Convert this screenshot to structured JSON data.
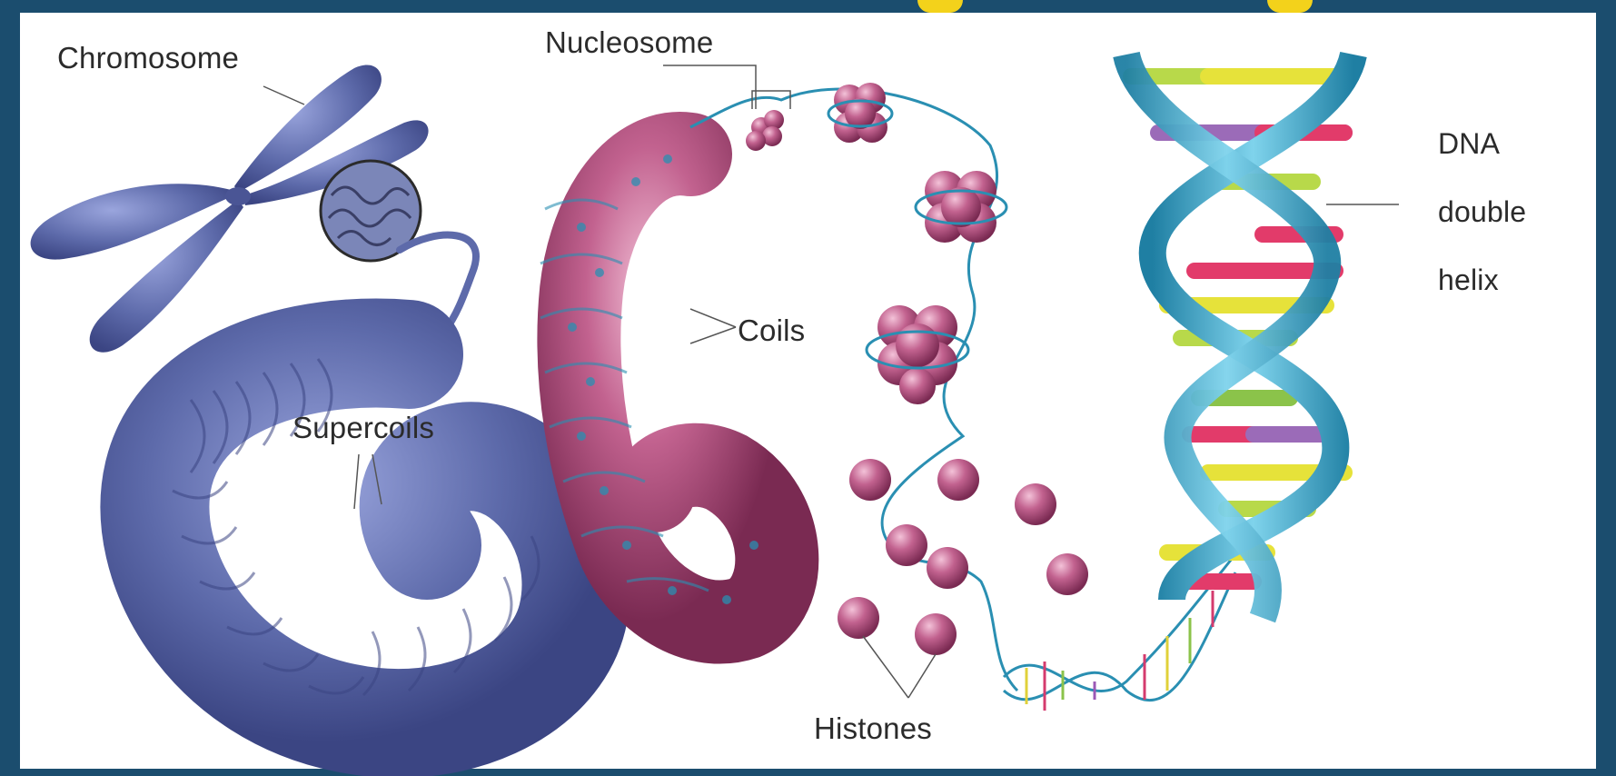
{
  "labels": {
    "chromosome": "Chromosome",
    "nucleosome": "Nucleosome",
    "coils": "Coils",
    "supercoils": "Supercoils",
    "histones": "Histones",
    "dna_line1": "DNA",
    "dna_line2": "double",
    "dna_line3": "helix"
  },
  "colors": {
    "frame": "#1b4d6e",
    "chromosome": "#5d6aaa",
    "nucleosome": "#b0507e",
    "strand": "#2a8fb2",
    "yellow_mark": "#f3d21b"
  }
}
